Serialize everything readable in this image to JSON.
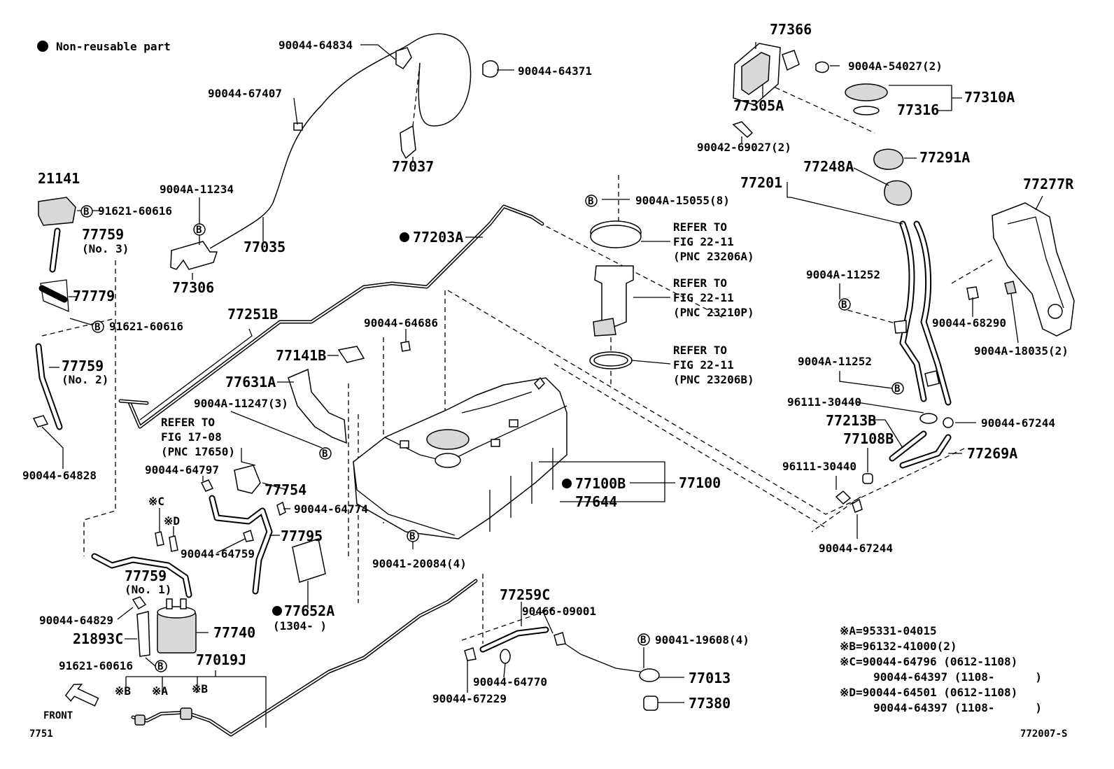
{
  "legend": {
    "text": "Non-reusable part"
  },
  "labels": {
    "p90044_64834": "90044-64834",
    "p90044_64371": "90044-64371",
    "p90044_67407": "90044-67407",
    "p77037": "77037",
    "p21141": "21141",
    "p91621_60616_a": "91621-60616",
    "p9004A_11234": "9004A-11234",
    "p77759_3": "77759",
    "no3": "(No. 3)",
    "p77035": "77035",
    "p77306": "77306",
    "p77779": "77779",
    "p91621_60616_b": "91621-60616",
    "p77251B": "77251B",
    "p77759_2": "77759",
    "no2": "(No. 2)",
    "p90044_64828": "90044-64828",
    "p77203A": "77203A",
    "p90044_64686": "90044-64686",
    "p77141B": "77141B",
    "p77631A": "77631A",
    "p9004A_11247": "9004A-11247(3)",
    "refer1_1": "REFER TO",
    "refer1_2": "FIG 17-08",
    "refer1_3": "(PNC 17650)",
    "p90044_64797": "90044-64797",
    "p77754": "77754",
    "p90044_64774": "90044-64774",
    "markC": "※C",
    "markD": "※D",
    "p77795": "77795",
    "p90044_64759": "90044-64759",
    "p77759_1": "77759",
    "no1": "(No. 1)",
    "p90044_64829": "90044-64829",
    "p21893C": "21893C",
    "p77740": "77740",
    "p91621_60616_c": "91621-60616",
    "p77019J": "77019J",
    "markB1": "※B",
    "markA": "※A",
    "markB2": "※B",
    "front": "FRONT",
    "code_left": "7751",
    "p77652A": "77652A",
    "p77652A_date": "(1304-     )",
    "p90041_20084": "90041-20084(4)",
    "p77259C": "77259C",
    "p90466_09001": "90466-09001",
    "p90044_64770": "90044-64770",
    "p90044_67229": "90044-67229",
    "p90041_19608": "90041-19608(4)",
    "p77013": "77013",
    "p77380": "77380",
    "p9004A_15055": "9004A-15055(8)",
    "refer2_1": "REFER TO",
    "refer2_2": "FIG 22-11",
    "refer2_3": "(PNC 23206A)",
    "refer3_1": "REFER TO",
    "refer3_2": "FIG 22-11",
    "refer3_3": "(PNC 23210P)",
    "refer4_1": "REFER TO",
    "refer4_2": "FIG 22-11",
    "refer4_3": "(PNC 23206B)",
    "p77100B": "77100B",
    "p77100": "77100",
    "p77644": "77644",
    "p77366": "77366",
    "p77305A": "77305A",
    "p9004A_54027": "9004A-54027(2)",
    "p77310A": "77310A",
    "p77316": "77316",
    "p90042_69027": "90042-69027(2)",
    "p77291A": "77291A",
    "p77248A": "77248A",
    "p77201": "77201",
    "p77277R": "77277R",
    "p9004A_11252_a": "9004A-11252",
    "p90044_68290": "90044-68290",
    "p9004A_18035": "9004A-18035(2)",
    "p9004A_11252_b": "9004A-11252",
    "p96111_30440_a": "96111-30440",
    "p90044_67244_a": "90044-67244",
    "p77213B": "77213B",
    "p77108B": "77108B",
    "p77269A": "77269A",
    "p96111_30440_b": "96111-30440",
    "p90044_67244_b": "90044-67244",
    "circB": "B"
  },
  "notes": [
    "※A=95331-04015",
    "※B=96132-41000(2)",
    "※C=90044-64796 (0612-1108)",
    "     90044-64397 (1108-      )",
    "※D=90044-64501 (0612-1108)",
    "     90044-64397 (1108-      )"
  ],
  "code_right": "772007-S"
}
